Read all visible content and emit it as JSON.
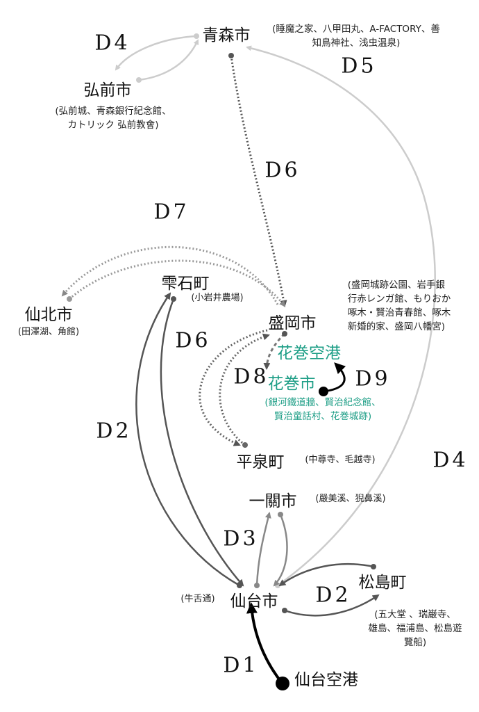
{
  "colors": {
    "teal": "#1d9e86",
    "light": "#cccccc",
    "mid": "#888888",
    "dark": "#555555",
    "black": "#000000"
  },
  "cities": {
    "aomori": "青森市",
    "hirosaki": "弘前市",
    "semboku": "仙北市",
    "shizukuishi": "雫石町",
    "morioka": "盛岡市",
    "hanamaki_airport": "花巻空港",
    "hanamaki": "花巻市",
    "hiraizumi": "平泉町",
    "ichinoseki": "一關市",
    "sendai": "仙台市",
    "matsushima": "松島町",
    "sendai_airport": "仙台空港"
  },
  "notes": {
    "aomori": [
      "(睡魔之家、八甲田丸、A-FACTORY、善",
      "知鳥神社、浅虫温泉)"
    ],
    "hirosaki": [
      "(弘前城、青森銀行紀念館、",
      "カトリック 弘前教會)"
    ],
    "semboku": "(田澤湖、角館)",
    "shizukuishi": "(小岩井農場)",
    "morioka": [
      "(盛岡城跡公園、岩手銀",
      "行赤レンガ館、もりおか",
      "啄木・賢治青春館、啄木",
      "新婚的家、盛岡八幡宮)"
    ],
    "hanamaki": [
      "(銀河鐵道牆、賢治紀念館、",
      "賢治童話村、花巻城跡)"
    ],
    "hiraizumi": "(中尊寺、毛越寺)",
    "ichinoseki": "(嚴美溪、猊鼻溪)",
    "sendai": "(牛舌通)",
    "matsushima": [
      "(五大堂 、瑞巌寺、",
      "雄島、福浦島、松島遊",
      "覽船)"
    ]
  },
  "days": {
    "d1": "D1",
    "d2a": "D2",
    "d2b": "D2",
    "d3": "D3",
    "d4a": "D4",
    "d4b": "D4",
    "d5": "D5",
    "d6a": "D6",
    "d6b": "D6",
    "d7": "D7",
    "d8": "D8",
    "d9": "D9"
  }
}
